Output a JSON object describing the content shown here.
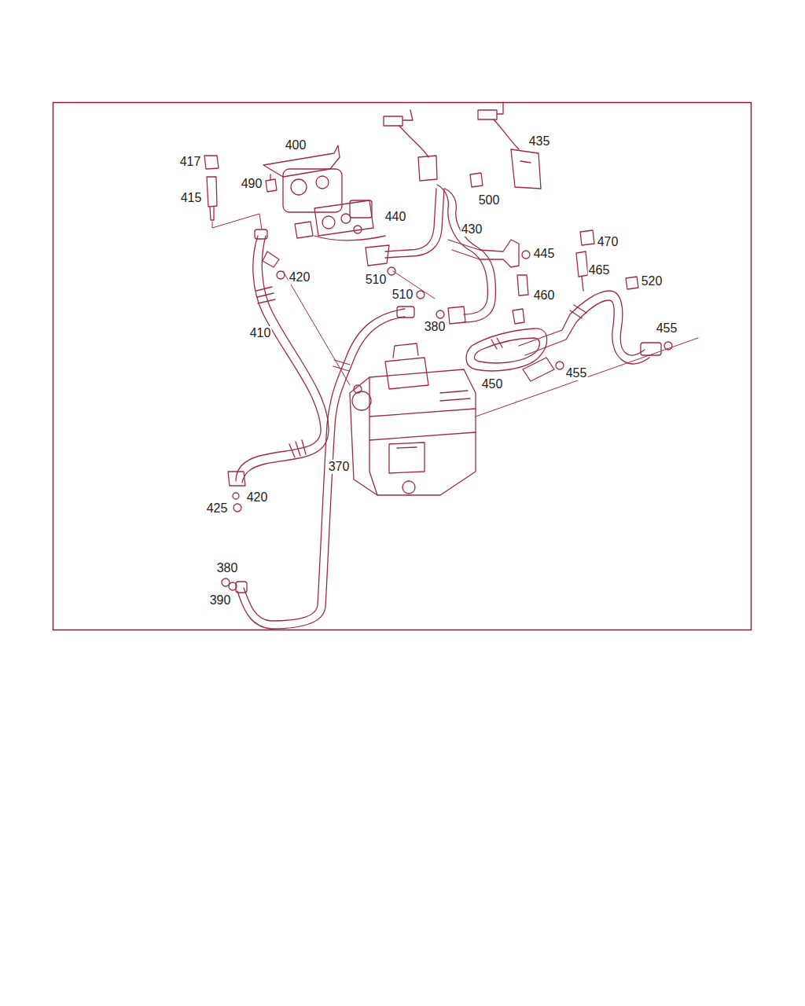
{
  "diagram": {
    "labels": [
      "417",
      "400",
      "435",
      "490",
      "415",
      "500",
      "440",
      "430",
      "470",
      "445",
      "420",
      "510",
      "465",
      "520",
      "510",
      "460",
      "380",
      "455",
      "410",
      "455",
      "450",
      "370",
      "420",
      "425",
      "380",
      "390"
    ]
  }
}
